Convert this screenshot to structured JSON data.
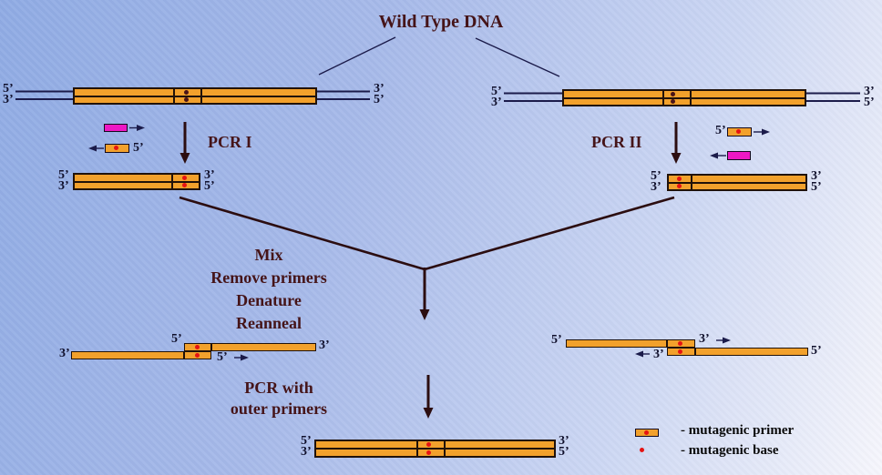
{
  "title": "Wild Type DNA",
  "labels": {
    "five": "5’",
    "three": "3’"
  },
  "steps": {
    "pcr1": "PCR I",
    "pcr2": "PCR II",
    "mix": [
      "Mix",
      "Remove primers",
      "Denature",
      "Reanneal"
    ],
    "final": [
      "PCR with",
      "outer primers"
    ]
  },
  "legend": [
    {
      "symbol": "mutagenic-primer-swatch",
      "text": "- mutagenic primer"
    },
    {
      "symbol": "mutagenic-base-dot",
      "text": "- mutagenic base"
    }
  ],
  "colors": {
    "background_top_left": "#8FABE4",
    "background_bottom_right": "#F6F6FC",
    "strand_orange": "#F2A12C",
    "primer_magenta": "#EE18C4",
    "mutagenic_base_red": "#E51313",
    "wild_type_base_dark": "#4A1418",
    "heading_maroon": "#451418",
    "dna_line_navy": "#1B1B4A",
    "flow_arrow_maroon": "#2B0D10",
    "legend_text_black": "#0A0A0A"
  }
}
